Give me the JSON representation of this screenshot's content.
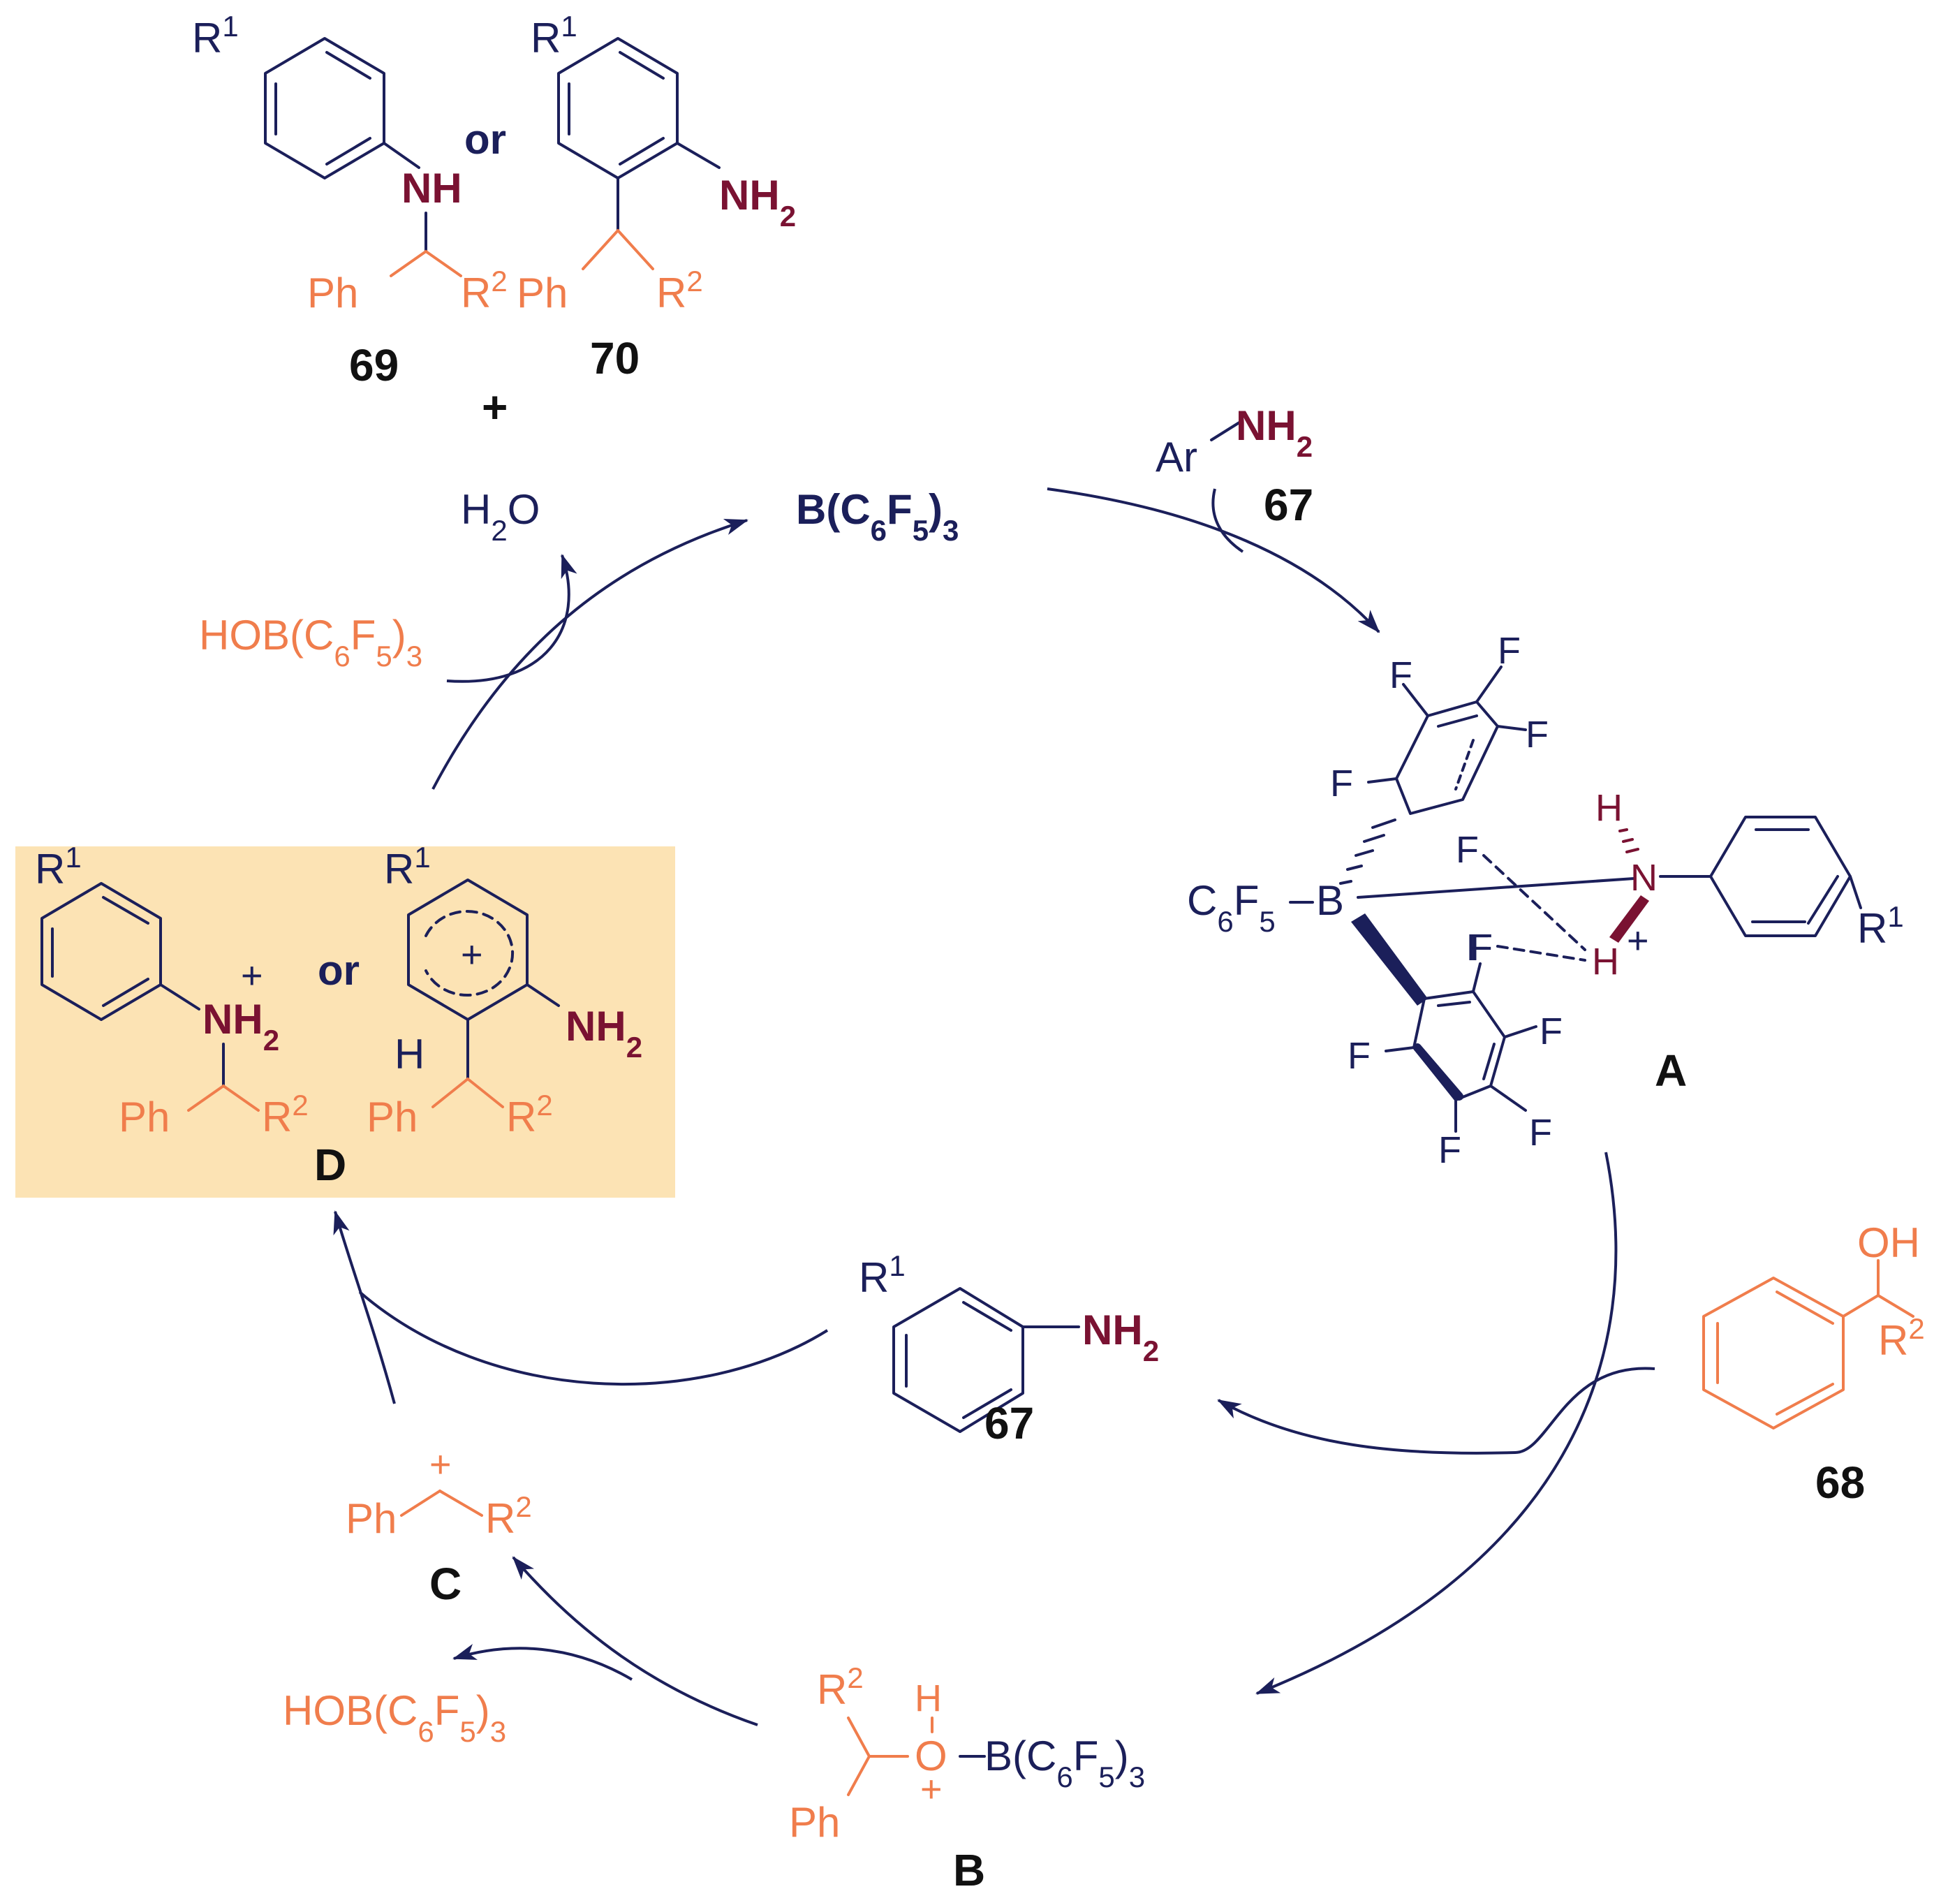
{
  "colors": {
    "structure": "#1b1f5a",
    "amine": "#7a1232",
    "benzylic": "#f07d4c",
    "highlight_box": "#fce3b4",
    "compound_number": "#111111"
  },
  "catalyst": {
    "formula": "B(C6F5)3"
  },
  "compounds": {
    "c69": {
      "number": "69",
      "r_ring": "R1",
      "nh": "NH",
      "ph": "Ph",
      "r2": "R2"
    },
    "c70": {
      "number": "70",
      "r_ring": "R1",
      "nh2": "NH2",
      "ph": "Ph",
      "r2": "R2"
    },
    "or_word": "or",
    "plus_sign": "+",
    "c67_top": {
      "number": "67",
      "ar": "Ar",
      "nh2": "NH2"
    },
    "c67_mid": {
      "number": "67",
      "r_ring": "R1",
      "nh2": "NH2"
    },
    "c68": {
      "number": "68",
      "oh": "OH",
      "r2": "R2"
    }
  },
  "intermediates": {
    "A": {
      "label": "A",
      "c6f5": "C6F5",
      "boron": "B",
      "fluorine": "F",
      "h_atom": "H",
      "nitrogen": "N",
      "charge": "+",
      "r_ring": "R1"
    },
    "B": {
      "label": "B",
      "r2": "R2",
      "h_atom": "H",
      "oxygen": "O",
      "charge": "+",
      "ph": "Ph",
      "borane": "B(C6F5)3"
    },
    "C": {
      "label": "C",
      "ph": "Ph",
      "r2": "R2",
      "charge": "+"
    },
    "D": {
      "label": "D",
      "r_ring": "R1",
      "nh2": "NH2",
      "ph": "Ph",
      "r2": "R2",
      "h_atom": "H",
      "charge": "+",
      "or_word": "or"
    }
  },
  "byproducts": {
    "water": "H2O",
    "hob_top": "HOB(C6F5)3",
    "hob_bottom": "HOB(C6F5)3"
  }
}
